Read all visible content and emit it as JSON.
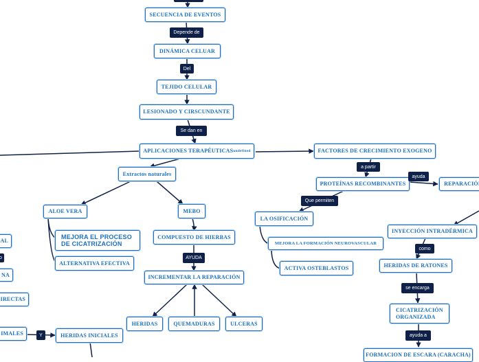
{
  "nodes": {
    "secuencia": "SECUENCIA DE EVENTOS",
    "dinamica": "DINÁMICA CELUAR",
    "tejido": "TEJIDO CELULAR",
    "lesionado": "LESIONADO Y CIRSCUNDANTE",
    "aplicaciones": "APLICACIONES TERAPÉUTICAS",
    "aplicaciones_sub": "undefined",
    "factores": "FACTORES DE CRECIMIENTO EXOGENO",
    "extractos": "Extractos naturales",
    "proteinas": "PROTEÍNAS RECOMBINANTES",
    "reparacion": "REPARACIÓN",
    "aloe": "ALOE VERA",
    "mebo": "MEBO",
    "osificacion": "LA OSIFICACIÓN",
    "mejora_proceso": "MEJORA EL PROCESO DE CICATRIZACIÓN",
    "compuesto": "COMPUESTO DE HIERBAS",
    "mejora_formacion": "MEJORA LA FORMACIÓN NEUROVASCULAR",
    "inyeccion": "INYECCIÓN INTRADÉRMICA",
    "alternativa": "ALTERNATIVA EFECTIVA",
    "activa": "ACTIVA OSTEBLASTOS",
    "heridas_ratones": "HERIDAS DE RATONES",
    "incrementar": "INCREMENTAR LA REPARACIÓN",
    "cicatrizacion": "CICATRIZACIÓN ORGANIZADA",
    "heridas": "HERIDAS",
    "quemaduras": "QUEMADURAS",
    "ulceras": "ULCERAS",
    "heridas_iniciales": "HERIDAS INICIALES",
    "formacion_escara": "FORMACION DE ESCARA (CARACHA)",
    "left_al": "AL",
    "left_na": "NA",
    "left_irectas": "IRECTAS",
    "left_imales": "IMALES"
  },
  "labels": {
    "depende_de": "Depende de",
    "del": "Del",
    "se_dan_en": "Se dan en",
    "a_partir": "a partir",
    "ayuda": "ayuda",
    "que_permiten": "Que permiten",
    "como": "como",
    "ayuda_caps": "AYUDA",
    "se_encarga": "se encarga",
    "ayuda_a": "ayuda a",
    "y": "Y",
    "o": "o"
  },
  "colors": {
    "node_border": "#1a6fc0",
    "node_text": "#1a6fc0",
    "label_bg": "#0f2148",
    "edge": "#0f2148"
  }
}
